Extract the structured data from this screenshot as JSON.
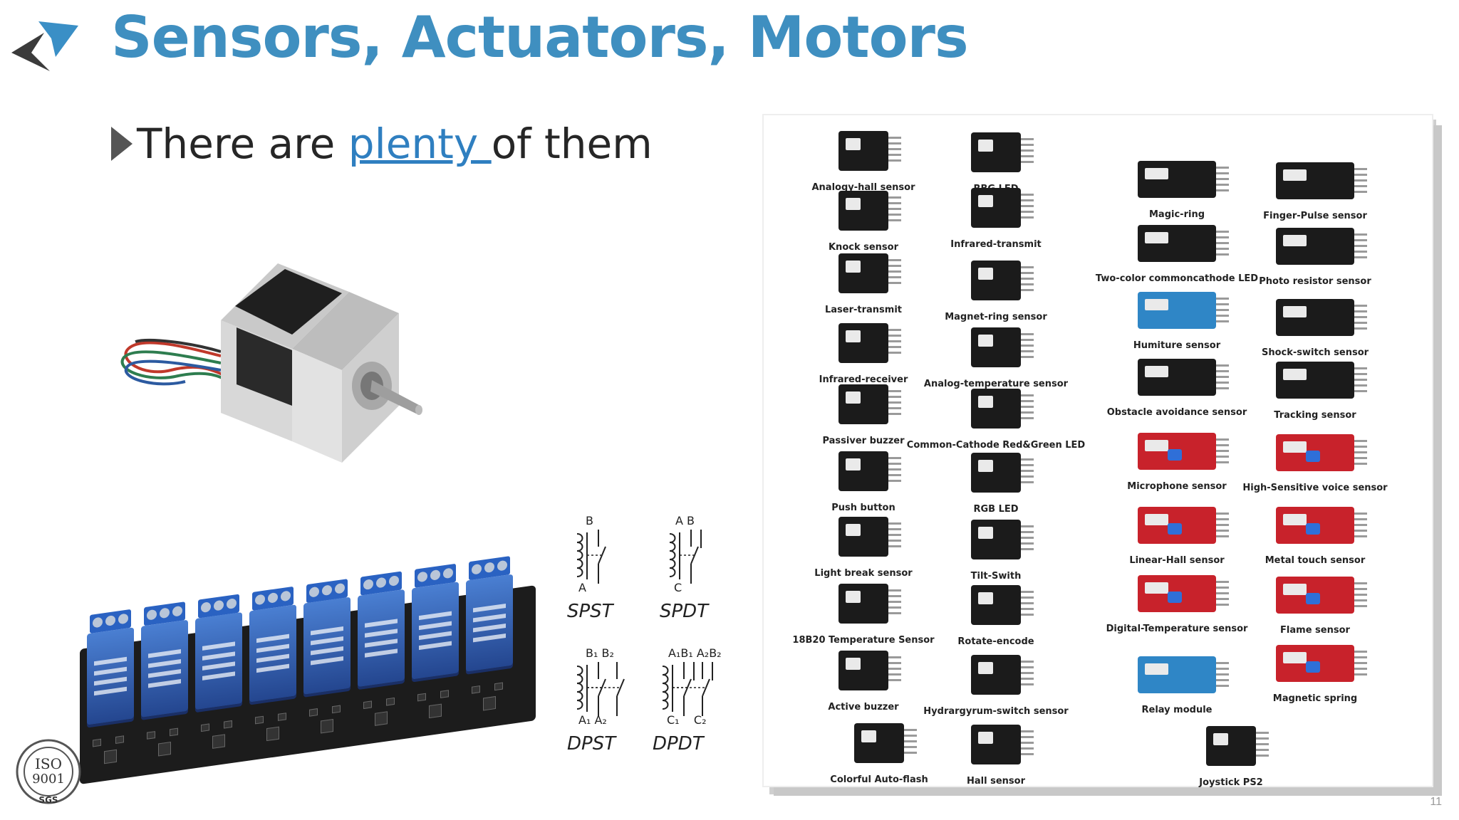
{
  "slide": {
    "title": "Sensors, Actuators, Motors",
    "bullet": {
      "text_before": "There are ",
      "link_text": "plenty ",
      "text_after": "of them"
    },
    "page_number": "11",
    "logo": {
      "icon": "arrow-logo-icon"
    },
    "certification": {
      "text": "ISO 9001",
      "sub": "SGS"
    }
  },
  "switches": [
    {
      "name": "SPST",
      "top": "B",
      "bottom": "A"
    },
    {
      "name": "SPDT",
      "top": "A B",
      "bottom": "C"
    },
    {
      "name": "DPST",
      "top": "B₁ B₂",
      "bottom": "A₁ A₂"
    },
    {
      "name": "DPDT",
      "top": "A₁B₁ A₂B₂",
      "bottom": "C₁    C₂"
    }
  ],
  "sensors": [
    {
      "label": "Analogy-hall sensor"
    },
    {
      "label": "RBG LED"
    },
    {
      "label": "Magic-ring"
    },
    {
      "label": "Finger-Pulse sensor"
    },
    {
      "label": "Knock sensor"
    },
    {
      "label": "Infrared-transmit"
    },
    {
      "label": "Two-color commoncathode LED"
    },
    {
      "label": "Photo resistor sensor"
    },
    {
      "label": "Laser-transmit"
    },
    {
      "label": "Magnet-ring sensor"
    },
    {
      "label": "Humiture sensor"
    },
    {
      "label": "Shock-switch sensor"
    },
    {
      "label": "Infrared-receiver"
    },
    {
      "label": "Analog-temperature sensor"
    },
    {
      "label": "Obstacle avoidance sensor"
    },
    {
      "label": "Tracking sensor"
    },
    {
      "label": "Passiver buzzer"
    },
    {
      "label": "Common-Cathode Red&Green LED"
    },
    {
      "label": "Microphone sensor"
    },
    {
      "label": "High-Sensitive voice sensor"
    },
    {
      "label": "Push button"
    },
    {
      "label": "RGB LED"
    },
    {
      "label": "Linear-Hall sensor"
    },
    {
      "label": "Metal touch sensor"
    },
    {
      "label": "Light break sensor"
    },
    {
      "label": "Tilt-Swith"
    },
    {
      "label": "Digital-Temperature sensor"
    },
    {
      "label": "Flame sensor"
    },
    {
      "label": "18B20 Temperature Sensor"
    },
    {
      "label": "Rotate-encode"
    },
    {
      "label": "Relay module"
    },
    {
      "label": "Magnetic spring"
    },
    {
      "label": "Active buzzer"
    },
    {
      "label": "Hydrargyrum-switch sensor"
    },
    {
      "label": "Joystick PS2"
    },
    {
      "label": "Colorful Auto-flash"
    },
    {
      "label": "Hall sensor"
    }
  ]
}
